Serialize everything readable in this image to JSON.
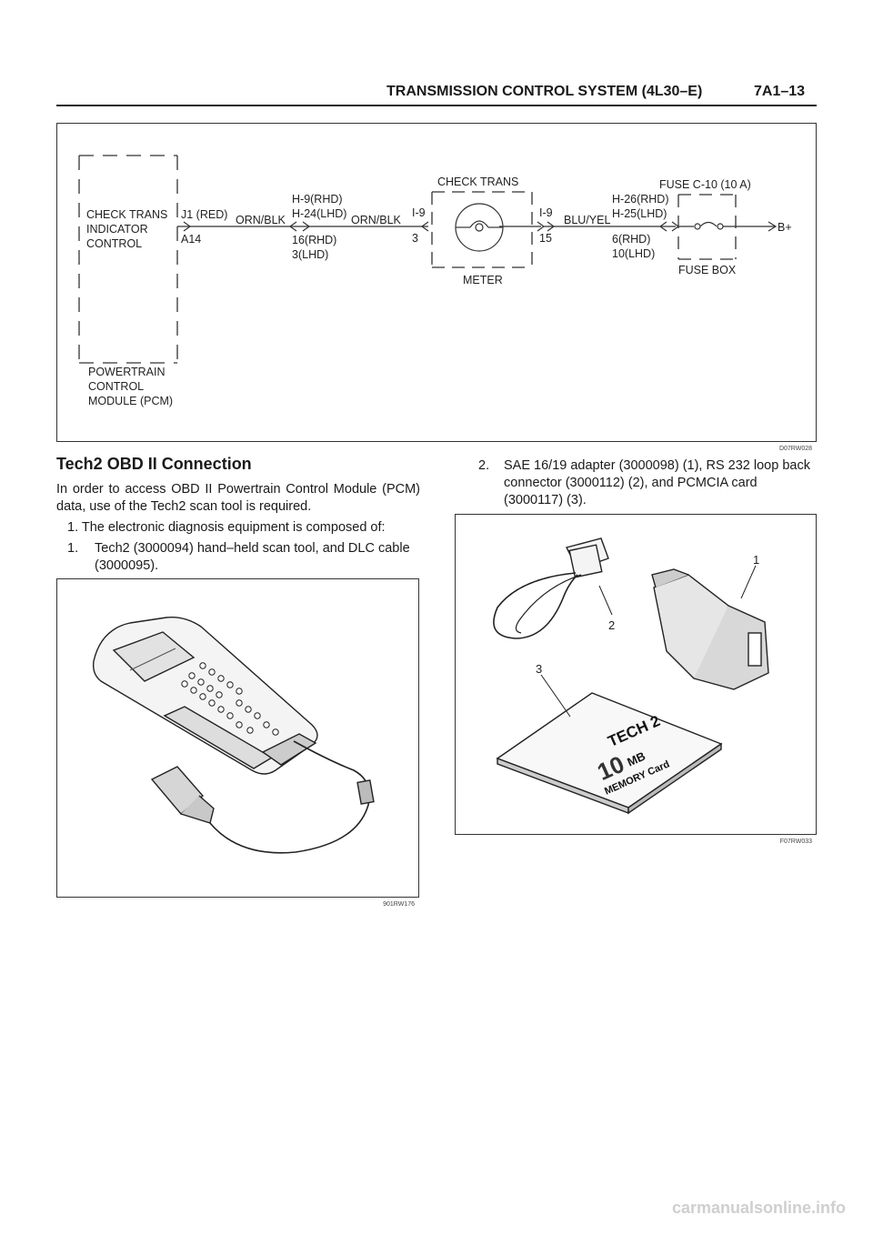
{
  "header": {
    "title": "TRANSMISSION CONTROL SYSTEM (4L30–E)",
    "page": "7A1–13"
  },
  "wiring": {
    "code": "D07RW028",
    "pcm_label_1": "CHECK TRANS",
    "pcm_label_2": "INDICATOR",
    "pcm_label_3": "CONTROL",
    "pcm_name_1": "POWERTRAIN",
    "pcm_name_2": "CONTROL",
    "pcm_name_3": "MODULE (PCM)",
    "j1": "J1 (RED)",
    "a14": "A14",
    "wire1": "ORN/BLK",
    "h9": "H-9(RHD)",
    "h24": "H-24(LHD)",
    "pin16": "16(RHD)",
    "pin3lhd": "3(LHD)",
    "wire2": "ORN/BLK",
    "i9_left": "I-9",
    "pin3": "3",
    "check_trans": "CHECK TRANS",
    "meter": "METER",
    "i9_right": "I-9",
    "pin15": "15",
    "wire3": "BLU/YEL",
    "h26": "H-26(RHD)",
    "h25": "H-25(LHD)",
    "pin6": "6(RHD)",
    "pin10": "10(LHD)",
    "fuse": "FUSE C-10 (10 A)",
    "fuse_box": "FUSE BOX",
    "bplus": "B+"
  },
  "section": {
    "title": "Tech2 OBD II Connection",
    "intro": "In order to access OBD II Powertrain Control Module (PCM) data, use of the Tech2 scan tool is required.",
    "item1": "1. The electronic diagnosis equipment is composed of:",
    "sub1_num": "1.",
    "sub1_text": "Tech2 (3000094) hand–held scan tool, and DLC cable (3000095).",
    "sub2_num": "2.",
    "sub2_text": "SAE 16/19 adapter (3000098) (1), RS 232 loop back connector (3000112) (2), and PCMCIA card (3000117) (3)."
  },
  "figure_left": {
    "code": "901RW176"
  },
  "figure_right": {
    "code": "F07RW033",
    "callout1": "1",
    "callout2": "2",
    "callout3": "3",
    "card_title": "TECH 2",
    "card_size": "10",
    "card_unit": "MB",
    "card_sub": "MEMORY Card"
  },
  "footer": {
    "watermark": "carmanualsonline.info"
  }
}
